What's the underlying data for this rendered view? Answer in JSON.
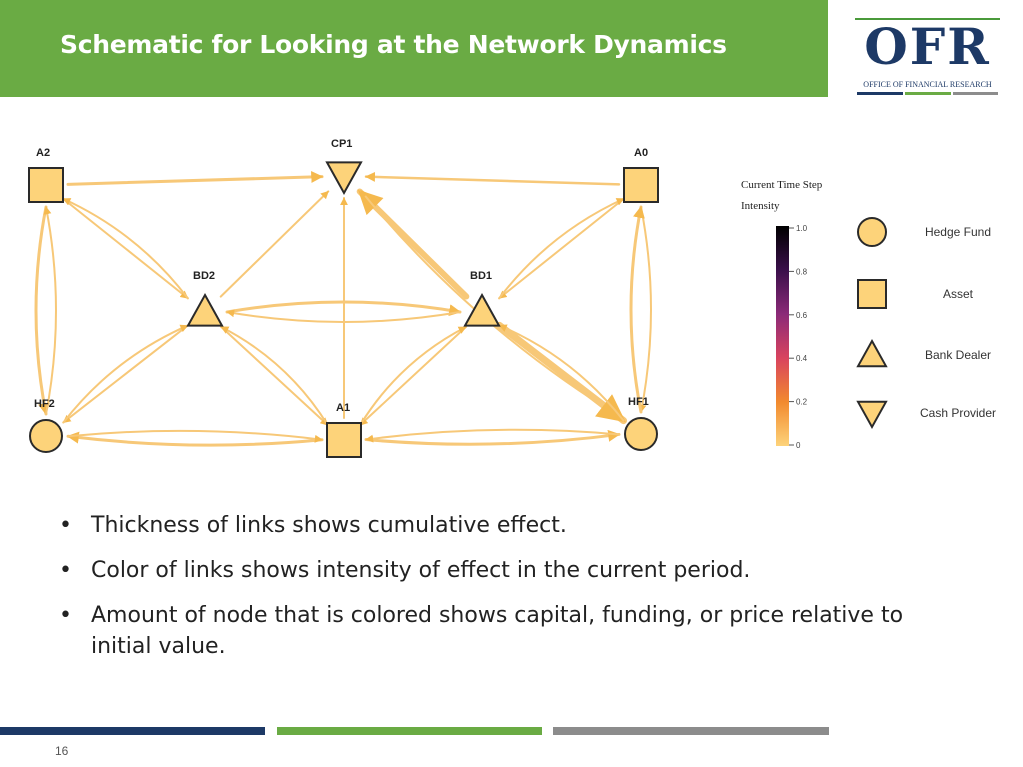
{
  "slide": {
    "title": "Schematic for Looking at the Network Dynamics",
    "page_number": "16"
  },
  "logo": {
    "wordmark": "OFR",
    "subtitle": "OFFICE OF FINANCIAL RESEARCH"
  },
  "diagram": {
    "nodes": [
      {
        "id": "A2",
        "label": "A2",
        "type": "asset"
      },
      {
        "id": "CP1",
        "label": "CP1",
        "type": "cash-provider"
      },
      {
        "id": "A0",
        "label": "A0",
        "type": "asset"
      },
      {
        "id": "BD2",
        "label": "BD2",
        "type": "bank-dealer"
      },
      {
        "id": "BD1",
        "label": "BD1",
        "type": "bank-dealer"
      },
      {
        "id": "HF2",
        "label": "HF2",
        "type": "hedge-fund"
      },
      {
        "id": "A1",
        "label": "A1",
        "type": "asset"
      },
      {
        "id": "HF1",
        "label": "HF1",
        "type": "hedge-fund"
      }
    ],
    "node_color": "#fdd37a",
    "link_color": "#f7c878",
    "colorbar": {
      "title_line1": "Current Time Step",
      "title_line2": "Intensity",
      "ticks": [
        "1.0",
        "0.8",
        "0.6",
        "0.4",
        "0.2",
        "0"
      ],
      "gradient": [
        "#000000",
        "#3a0f4a",
        "#8b2a78",
        "#d9435e",
        "#f28a2e",
        "#fdd37a"
      ]
    },
    "legend": [
      {
        "shape": "circle",
        "label": "Hedge Fund"
      },
      {
        "shape": "square",
        "label": "Asset"
      },
      {
        "shape": "triangle-up",
        "label": "Bank Dealer"
      },
      {
        "shape": "triangle-down",
        "label": "Cash Provider"
      }
    ]
  },
  "bullets": [
    "Thickness of links shows cumulative effect.",
    "Color of links shows intensity of effect in the current period.",
    "Amount of node that is colored shows capital, funding, or price relative to initial value."
  ]
}
